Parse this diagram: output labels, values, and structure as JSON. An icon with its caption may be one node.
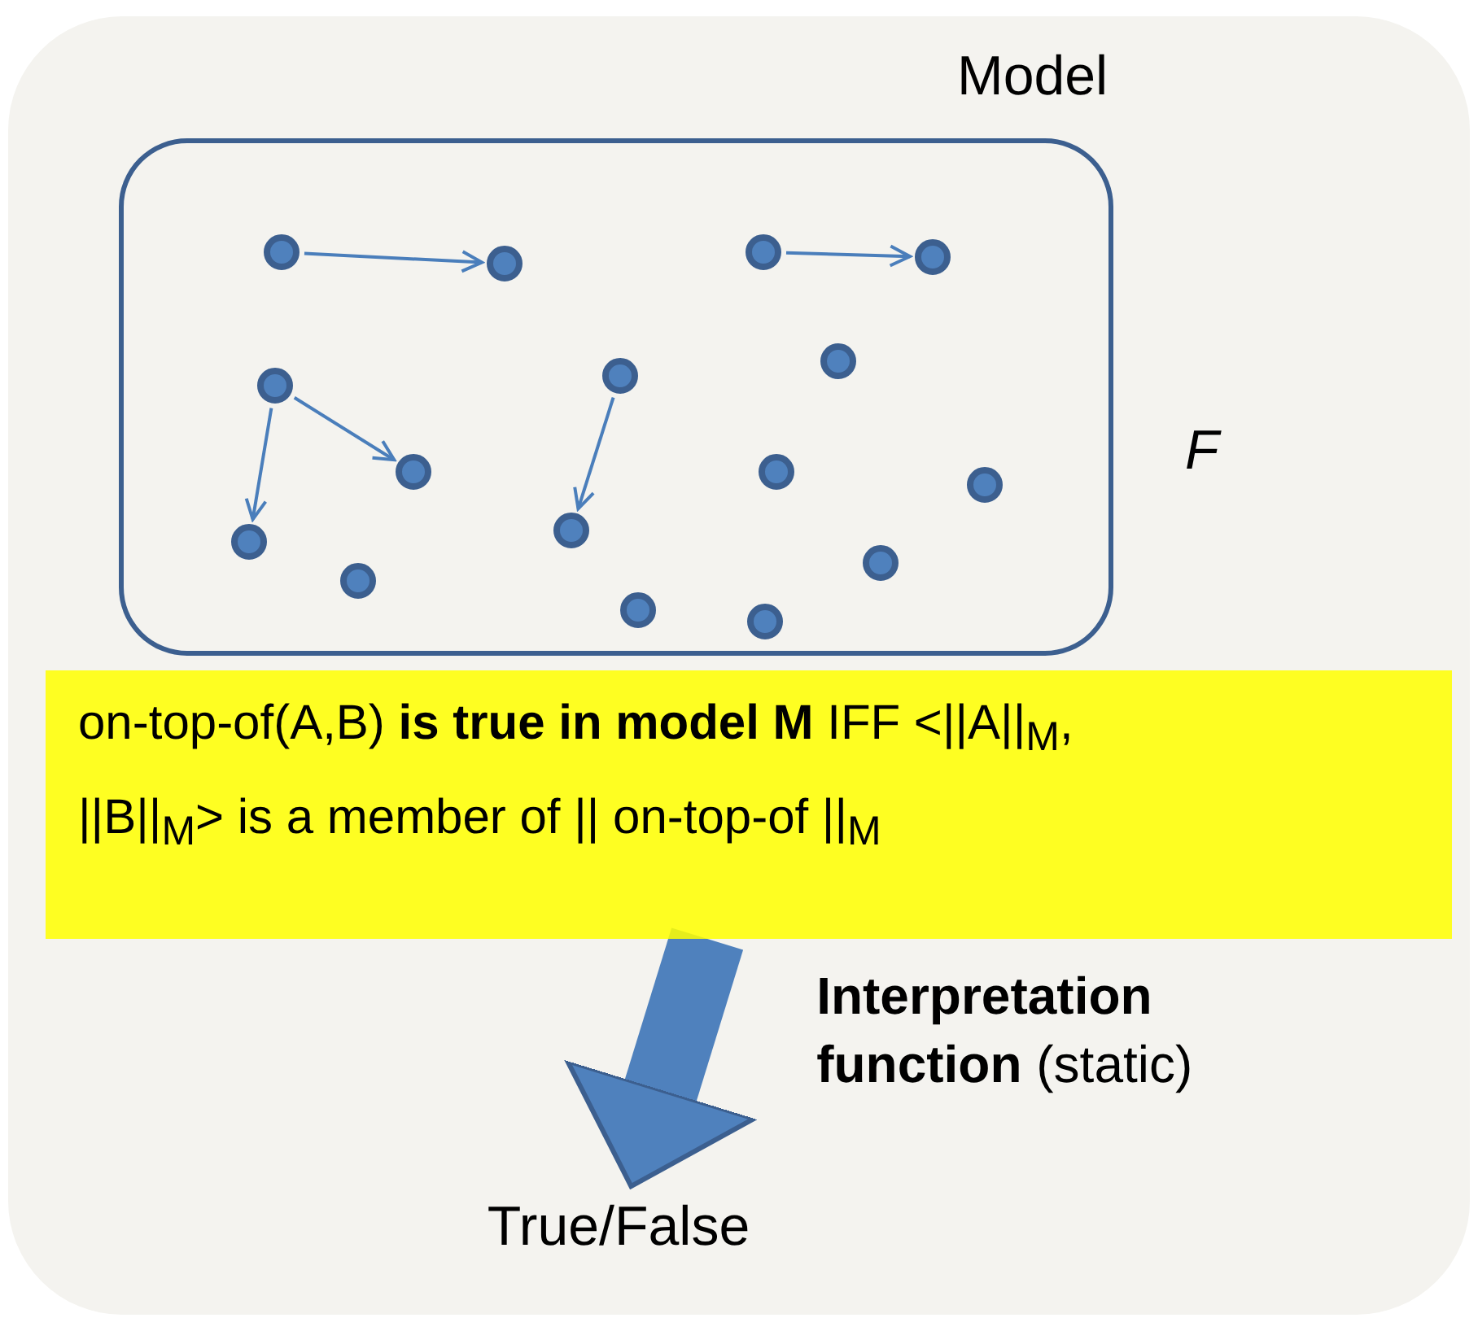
{
  "diagram": {
    "nodes": [
      {
        "text": [
          "Model"
        ]
      },
      {
        "text": [],
        "shape": "circle",
        "in": 0
      },
      {
        "text": [],
        "shape": "circle",
        "in": 0
      },
      {
        "text": [],
        "shape": "circle",
        "in": 0
      },
      {
        "text": [],
        "shape": "circle",
        "in": 0
      },
      {
        "text": [],
        "shape": "circle",
        "in": 0
      },
      {
        "text": [],
        "shape": "circle",
        "in": 0
      },
      {
        "text": [],
        "shape": "circle",
        "in": 0
      },
      {
        "text": [],
        "shape": "circle",
        "in": 0
      },
      {
        "text": [],
        "shape": "circle",
        "in": 0
      },
      {
        "text": [],
        "shape": "circle",
        "in": 0
      },
      {
        "text": [],
        "shape": "circle",
        "in": 0
      },
      {
        "text": [],
        "shape": "circle",
        "in": 0
      },
      {
        "text": [],
        "shape": "circle",
        "in": 0
      },
      {
        "text": [],
        "shape": "circle",
        "in": 0
      },
      {
        "text": [],
        "shape": "circle",
        "in": 0
      },
      {
        "text": [],
        "shape": "circle",
        "in": 0
      },
      {
        "text": [
          "on-top-of(A,B) **is true in model M** IFF <||A||$_{M}$, ||B||$_{M}$> is a member of || on-top-of ||$_{M}$"
        ]
      },
      {
        "text": [
          "True/False"
        ]
      }
    ],
    "edges": [
      {
        "from": 1,
        "to": 2,
        "arrow": "to"
      },
      {
        "from": 3,
        "to": 4,
        "arrow": "to"
      },
      {
        "from": 6,
        "to": 8,
        "arrow": "to"
      },
      {
        "from": 6,
        "to": 12,
        "arrow": "to"
      },
      {
        "from": 7,
        "to": 11,
        "arrow": "to"
      },
      {
        "from": 17,
        "to": 18,
        "arrow": "to",
        "label": "**Interpretation function** (static)",
        "style": "thick",
        "color": "#4f81bd"
      }
    ],
    "labels": [
      "F"
    ]
  }
}
